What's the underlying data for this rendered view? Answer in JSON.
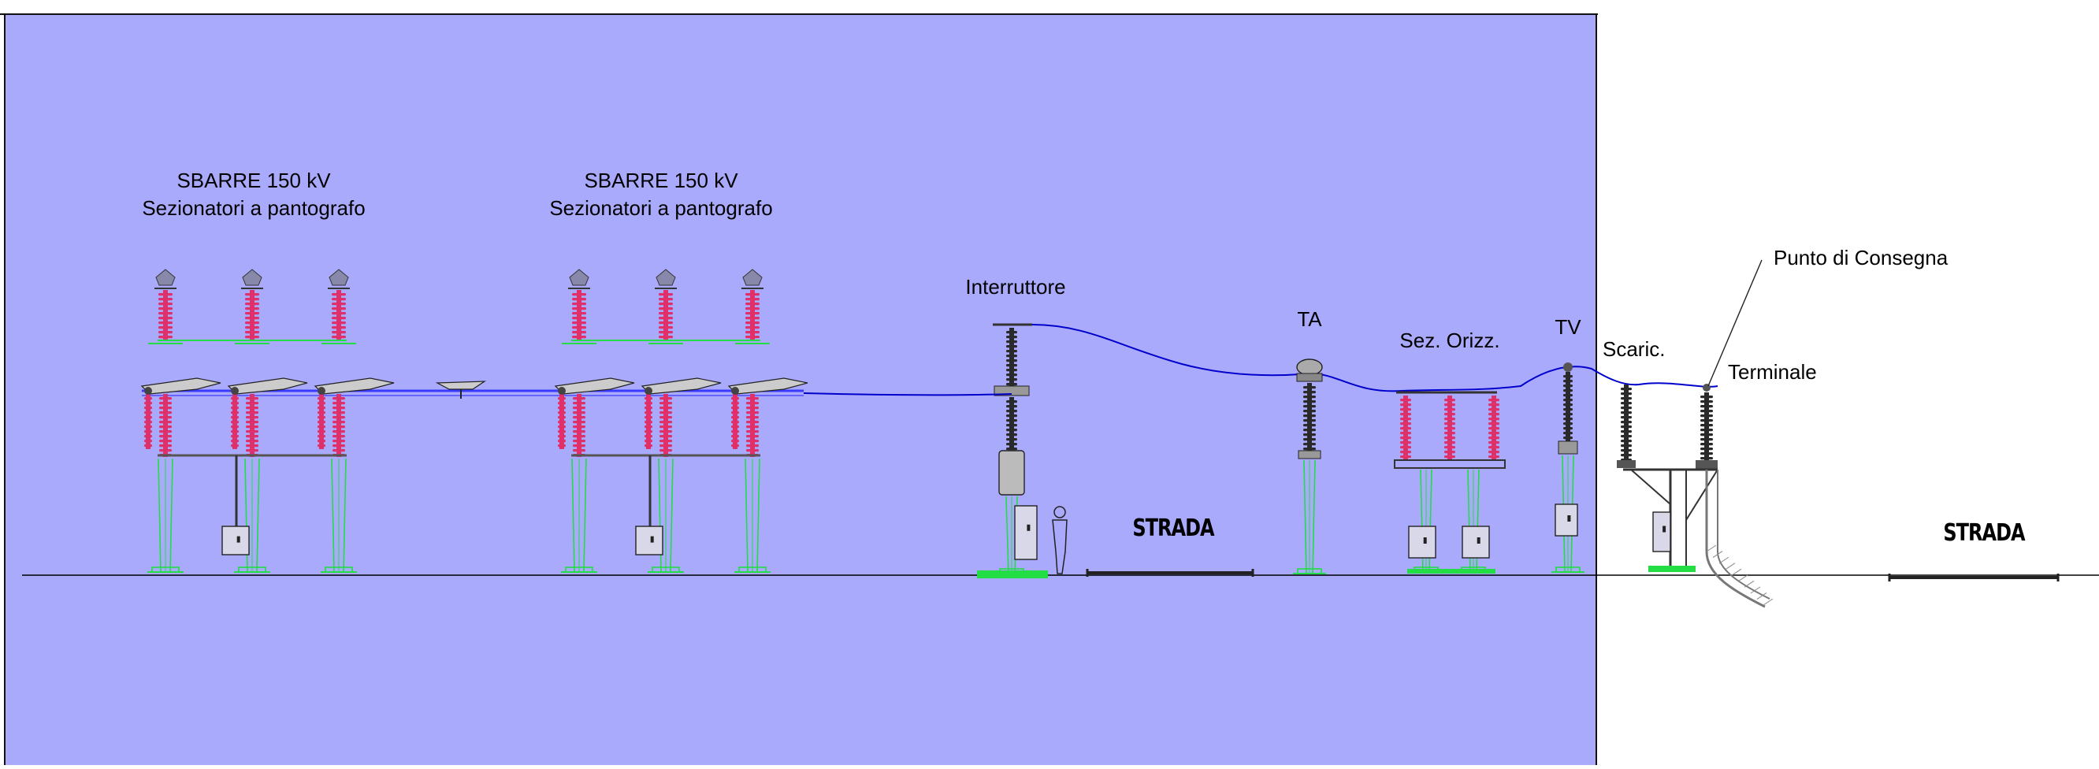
{
  "colors": {
    "area_fill": "#aaaafc",
    "ground_line": "#000000",
    "insulator": "#e0306a",
    "insulator_dark": "#2a2a2a",
    "steel_structure": "#22dd44",
    "conductor": "#0000cc",
    "busbar": "#3a3aff",
    "equipment_gray": "#888888"
  },
  "labels": {
    "busbar_group_1": {
      "line1": "SBARRE 150 kV",
      "line2": "Sezionatori a pantografo"
    },
    "busbar_group_2": {
      "line1": "SBARRE 150 kV",
      "line2": "Sezionatori a pantografo"
    },
    "circuit_breaker": "Interruttore",
    "current_transformer": "TA",
    "horizontal_disconnector": "Sez. Orizz.",
    "voltage_transformer": "TV",
    "surge_arrester": "Scaric.",
    "cable_terminal": "Terminale",
    "delivery_point": "Punto di Consegna",
    "road_1": "STRADA",
    "road_2": "STRADA"
  }
}
